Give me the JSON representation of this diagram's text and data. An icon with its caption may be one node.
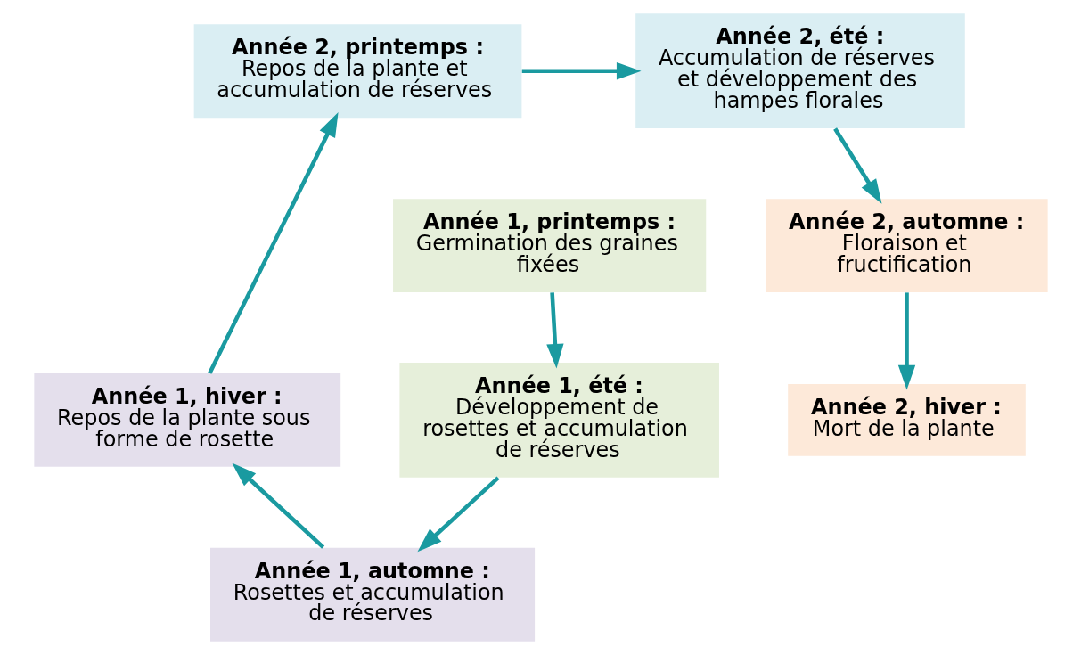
{
  "diagram": {
    "nodes": [
      {
        "text": [
          "Année 2, printemps :",
          "Repos de la plante et accumulation de réserves"
        ]
      },
      {
        "text": [
          "Année 2, été :",
          "Accumulation de réserves et développement des hampes florales"
        ]
      },
      {
        "text": [
          "Année 2, automne :",
          "Floraison et fructification"
        ]
      },
      {
        "text": [
          "Année 1, printemps :",
          "Germination des graines fixées"
        ]
      },
      {
        "text": [
          "Année 2, hiver :",
          "Mort de la plante"
        ]
      },
      {
        "text": [
          "Année 1, été :",
          "Développement de rosettes et accumulation de réserves"
        ]
      },
      {
        "text": [
          "Année 1, hiver :",
          "Repos de la plante sous forme de rosette"
        ]
      },
      {
        "text": [
          "Année 1, automne :",
          "Rosettes et accumulation de réserves"
        ]
      }
    ],
    "edges": [
      {
        "from": 3,
        "to": 5,
        "arrow": "to"
      },
      {
        "from": 5,
        "to": 7,
        "arrow": "to"
      },
      {
        "from": 7,
        "to": 6,
        "arrow": "to"
      },
      {
        "from": 6,
        "to": 0,
        "arrow": "to"
      },
      {
        "from": 0,
        "to": 1,
        "arrow": "to"
      },
      {
        "from": 1,
        "to": 2,
        "arrow": "to"
      },
      {
        "from": 2,
        "to": 4,
        "arrow": "to"
      }
    ]
  }
}
